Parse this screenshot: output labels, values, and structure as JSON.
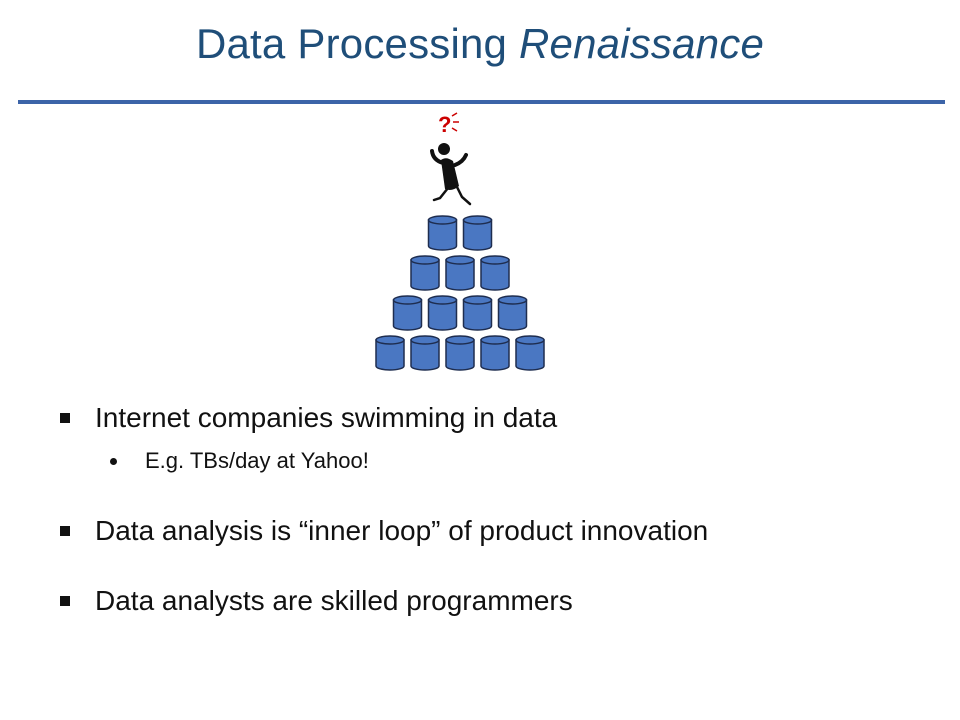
{
  "slide": {
    "title_main": "Data Processing",
    "title_italic": "Renaissance",
    "question_mark": "?",
    "bullets": [
      {
        "text": "Internet companies swimming in data",
        "sub": [
          "E.g. TBs/day at Yahoo!"
        ]
      },
      {
        "text": "Data analysis is “inner loop” of product innovation",
        "sub": []
      },
      {
        "text": "Data analysts are skilled programmers",
        "sub": []
      }
    ]
  },
  "colors": {
    "title": "#1f4e79",
    "rule": "#3c64a8",
    "cylinder_fill": "#4a77c2",
    "cylinder_stroke": "#1e2d4f",
    "question_mark": "#cc0000"
  },
  "icons": {
    "figure": "confused-stick-figure",
    "database": "database-cylinder"
  },
  "illustration": {
    "pyramid_rows": [
      2,
      3,
      4,
      5
    ]
  }
}
